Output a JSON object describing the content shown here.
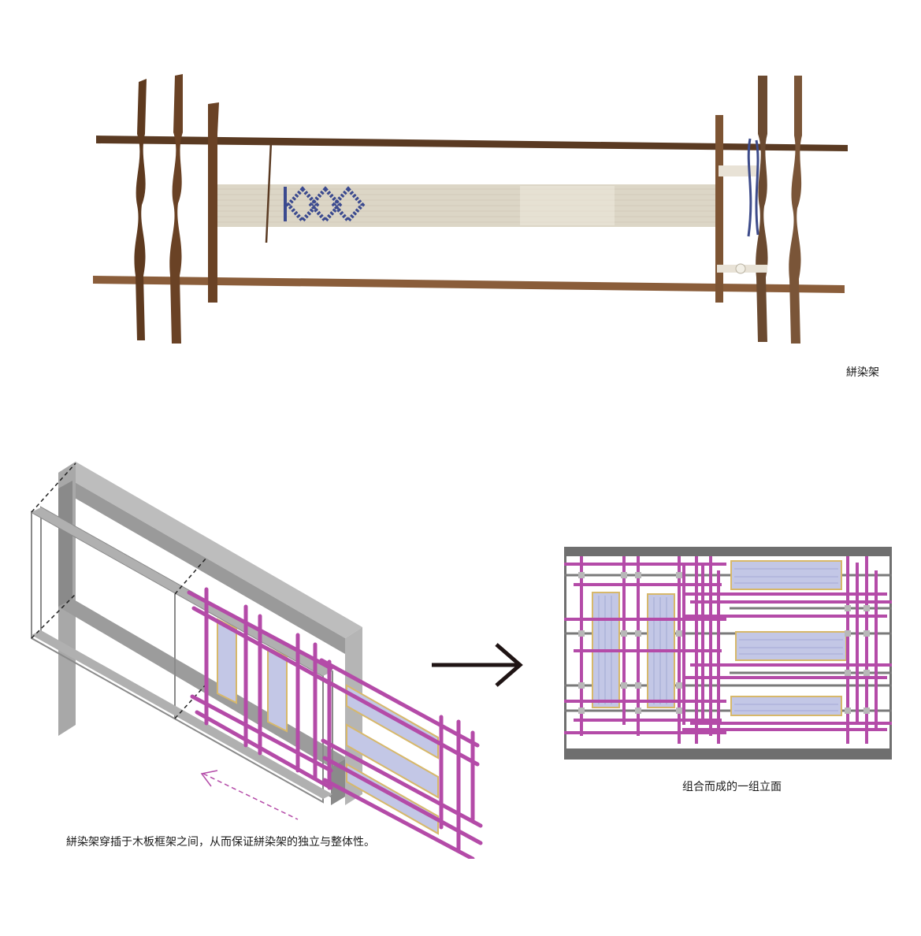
{
  "captions": {
    "loom_photo": "絣染架",
    "insertion_note": "絣染架穿插于木板框架之间，从而保证絣染架的独立与整体性。",
    "elevation": "组合而成的一组立面"
  },
  "colors": {
    "background": "#ffffff",
    "wood_dark": "#5a3a22",
    "wood_light": "#a77a55",
    "warp_thread": "#d9d2c2",
    "pattern_blue": "#3b4a8f",
    "frame_gray": "#9a9a9a",
    "frame_dark": "#6f6f6f",
    "magenta_rod": "#b44ba8",
    "thread_lavender": "#c3c7e6",
    "yellow_trim": "#d7b86a",
    "arrow_black": "#1f1414"
  },
  "icons": {
    "direction_arrow": "right-arrow-icon",
    "insertion_arrow": "dashed-left-arrow-icon"
  }
}
